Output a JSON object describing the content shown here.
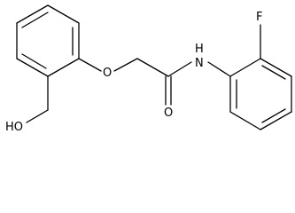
{
  "molecule": {
    "atoms": {
      "fluorine": "F",
      "amide_nitrogen": "N",
      "amide_hydrogen": "H",
      "ether_oxygen": "O",
      "carbonyl_oxygen": "O",
      "hydroxyl": "HO"
    }
  }
}
